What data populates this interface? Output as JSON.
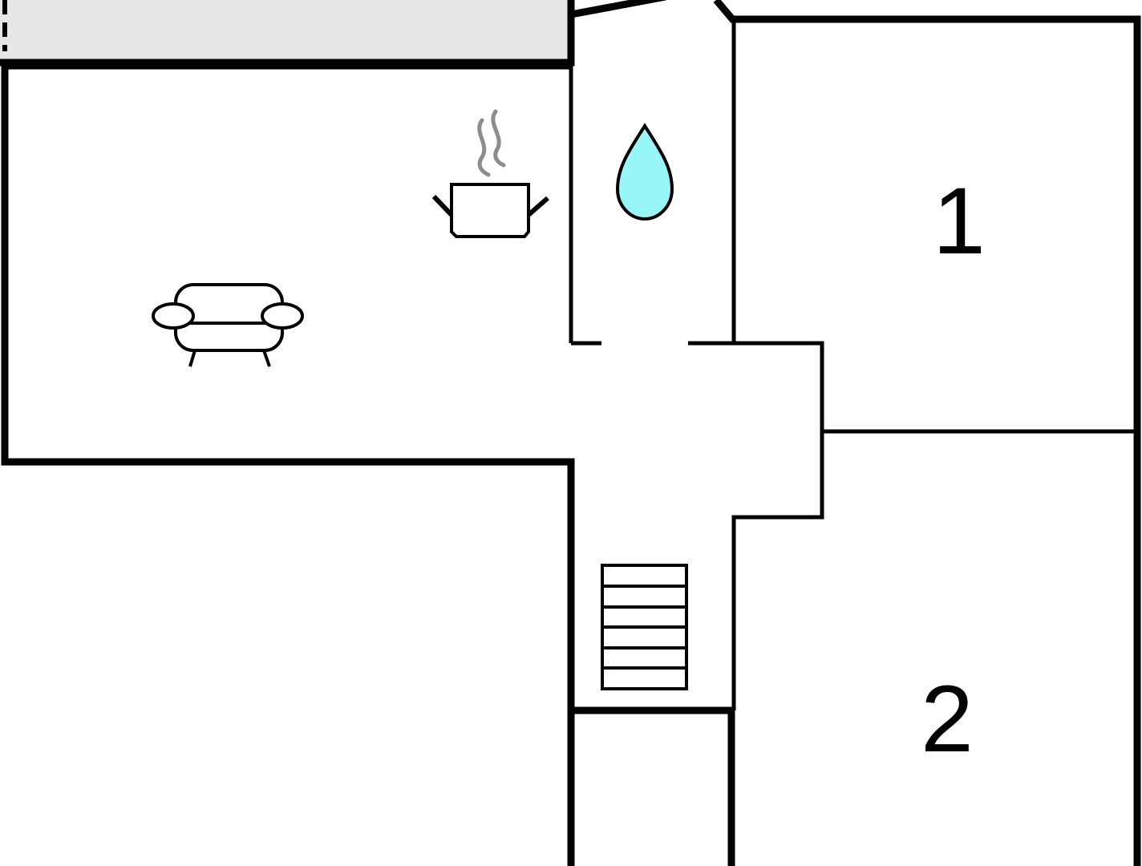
{
  "floorplan": {
    "rooms": [
      {
        "id": "bedroom-1",
        "label": "1"
      },
      {
        "id": "bedroom-2",
        "label": "2"
      }
    ],
    "icons": [
      {
        "name": "sofa-icon",
        "room": "living-room"
      },
      {
        "name": "cooking-pot-icon",
        "room": "kitchen"
      },
      {
        "name": "water-drop-icon",
        "room": "bathroom"
      },
      {
        "name": "stairs-icon",
        "room": "hallway"
      }
    ],
    "colors": {
      "wall": "#000000",
      "terrace_fill": "#e6e6e6",
      "water_drop_fill": "#98f6f8",
      "steam": "#8c8c8c",
      "background": "#ffffff"
    }
  }
}
